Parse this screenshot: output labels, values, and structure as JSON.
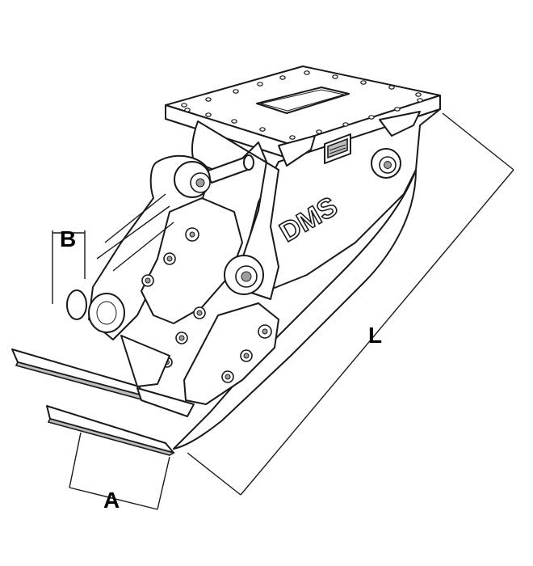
{
  "dimensions": {
    "a_label": "A",
    "b_label": "B",
    "l_label": "L"
  },
  "logo": {
    "text": "DMS",
    "icon": "manufacturer-logo-icon"
  },
  "nameplate": {
    "icon": "nameplate-icon"
  },
  "colors": {
    "line": "#1a1a1a",
    "fill": "#ffffff",
    "shade": "#bdbdbd"
  }
}
